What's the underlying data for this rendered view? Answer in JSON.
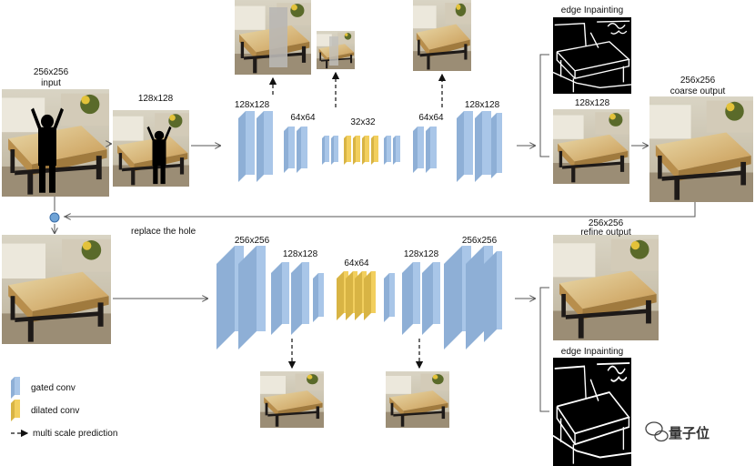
{
  "labels": {
    "input_size": "256x256",
    "input": "input",
    "c_in_128": "128x128",
    "c_enc_128": "128x128",
    "c_enc_64": "64x64",
    "c_mid_32": "32x32",
    "c_dec_64": "64x64",
    "c_dec_128": "128x128",
    "edge_top": "edge Inpainting",
    "side_128": "128x128",
    "coarse_size": "256x256",
    "coarse": "coarse output",
    "replace": "replace the hole",
    "r_enc_256": "256x256",
    "r_enc_128": "128x128",
    "r_mid_64": "64x64",
    "r_dec_128": "128x128",
    "r_dec_256": "256x256",
    "refine_size": "256x256",
    "refine": "refine output",
    "edge_bottom": "edge Inpainting"
  },
  "legend": {
    "gated": "gated conv",
    "dilated": "dilated conv",
    "multi": "multi scale prediction"
  },
  "watermark": "量子位",
  "colors": {
    "gated": "#a9c6e8",
    "gated_side": "#8eafd6",
    "dilated": "#f2cf5e",
    "dilated_side": "#d8b444",
    "line": "#555555"
  }
}
